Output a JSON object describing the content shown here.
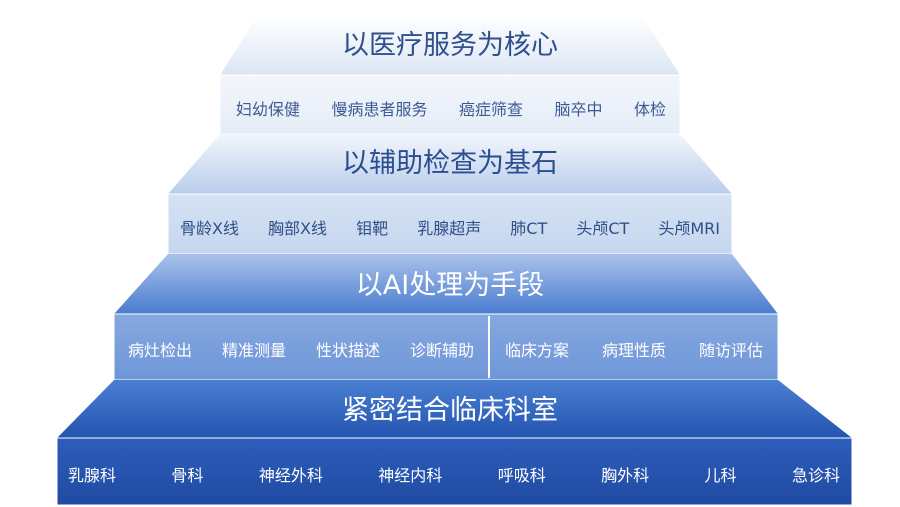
{
  "colors": {
    "tier1_text": "#2f4f8f",
    "tier1_items_text": "#3d5a94",
    "tier2_text": "#2b4e90",
    "tier2_items_text": "#2f4f88",
    "tier3_text": "#ffffff",
    "tier3_items_text": "#ffffff",
    "tier4_text": "#ffffff",
    "tier4_items_text": "#ffffff"
  },
  "tiers": [
    {
      "title": "以医疗服务为核心",
      "items": [
        "妇幼保健",
        "慢病患者服务",
        "癌症筛查",
        "脑卒中",
        "体检"
      ]
    },
    {
      "title": "以辅助检查为基石",
      "items": [
        "骨龄X线",
        "胸部X线",
        "钼靶",
        "乳腺超声",
        "肺CT",
        "头颅CT",
        "头颅MRI"
      ]
    },
    {
      "title": "以AI处理为手段",
      "items_left": [
        "病灶检出",
        "精准测量",
        "性状描述",
        "诊断辅助"
      ],
      "items_right": [
        "临床方案",
        "病理性质",
        "随访评估"
      ]
    },
    {
      "title": "紧密结合临床科室",
      "items": [
        "乳腺科",
        "骨科",
        "神经外科",
        "神经内科",
        "呼吸科",
        "胸外科",
        "儿科",
        "急诊科"
      ]
    }
  ]
}
